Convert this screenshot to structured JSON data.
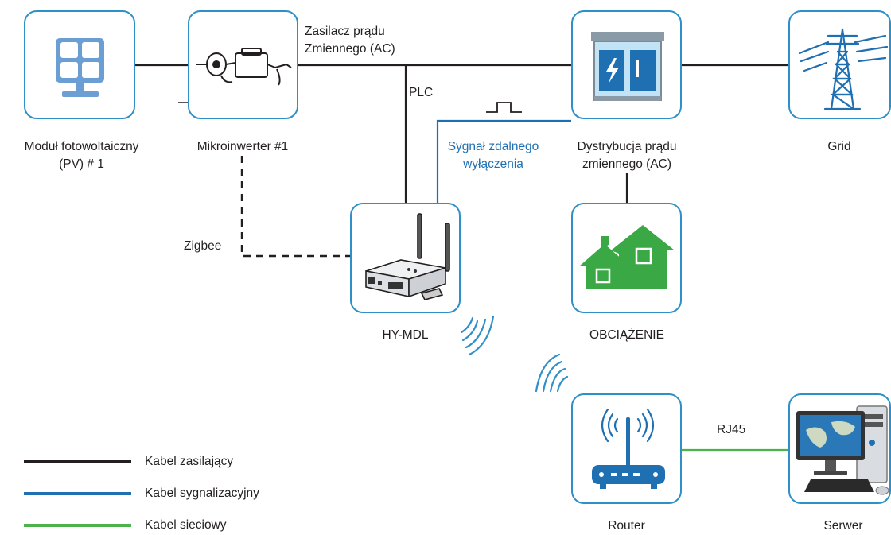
{
  "colors": {
    "power": "#231f20",
    "signal": "#1f6fb3",
    "network": "#4cb24c",
    "node_border": "#2e8fc9",
    "house": "#3aa845"
  },
  "nodes": {
    "pv": {
      "label": "Moduł fotowoltaiczny\n(PV) # 1",
      "icon": "solar-panel-icon"
    },
    "micro": {
      "label": "Mikroinwerter #1",
      "icon": "microinverter-icon"
    },
    "ac_dist": {
      "label": "Dystrybucja prądu\nzmiennego (AC)",
      "icon": "distribution-cabinet-icon"
    },
    "grid": {
      "label": "Grid",
      "icon": "power-tower-icon"
    },
    "hymdl": {
      "label": "HY-MDL",
      "icon": "gateway-device-icon"
    },
    "load": {
      "label": "OBCIĄŻENIE",
      "icon": "houses-icon"
    },
    "router": {
      "label": "Router",
      "icon": "router-icon"
    },
    "server": {
      "label": "Serwer",
      "icon": "desktop-computer-icon"
    }
  },
  "edge_labels": {
    "ac_supply": "Zasilacz prądu\nZmiennego (AC)",
    "plc": "PLC",
    "remote_shutdown": "Sygnał zdalnego\nwyłączenia",
    "zigbee": "Zigbee",
    "rj45": "RJ45"
  },
  "legend": [
    {
      "label": "Kabel zasilający",
      "color": "#231f20"
    },
    {
      "label": "Kabel sygnalizacyjny",
      "color": "#1f6fb3"
    },
    {
      "label": "Kabel sieciowy",
      "color": "#4cb24c"
    }
  ]
}
